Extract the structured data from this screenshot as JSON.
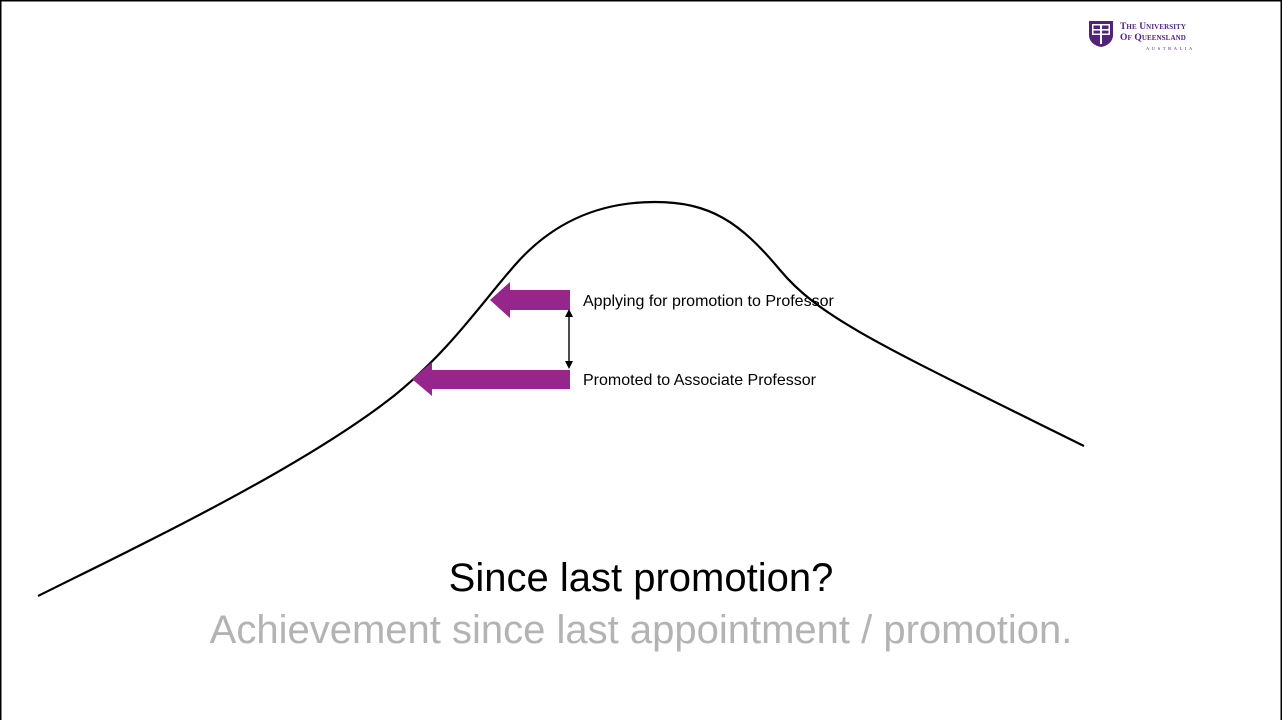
{
  "slide": {
    "logo": {
      "line1": "The University",
      "line2": "Of Queensland",
      "line3": "AUSTRALIA",
      "icon": "crest-icon"
    },
    "annotations": {
      "upper_label": "Applying for promotion to Professor",
      "lower_label": "Promoted to Associate Professor"
    },
    "title": "Since last promotion?",
    "subtitle": "Achievement since last appointment / promotion."
  },
  "colors": {
    "arrow": "#96258c",
    "brand": "#51247a",
    "subtitle": "#b3b3b3",
    "curve": "#000000"
  }
}
